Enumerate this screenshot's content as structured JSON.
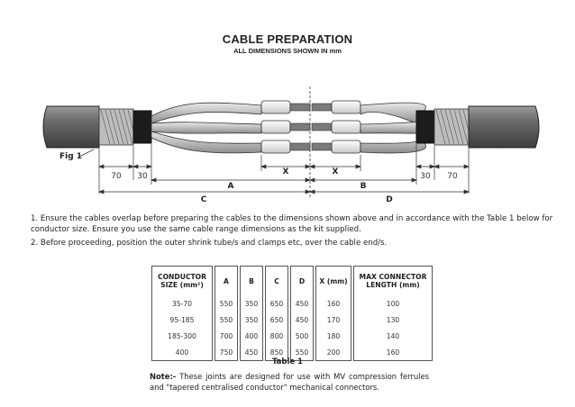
{
  "header": {
    "title": "CABLE PREPARATION",
    "subtitle": "ALL DIMENSIONS SHOWN IN mm"
  },
  "figure": {
    "fig_label": "Fig 1",
    "dims": {
      "left_70": "70",
      "left_30": "30",
      "right_30": "30",
      "right_70": "70",
      "x_left": "X",
      "x_right": "X",
      "a": "A",
      "b": "B",
      "c": "C",
      "d": "D"
    }
  },
  "instructions": [
    "1. Ensure the cables overlap before preparing the cables to the dimensions shown above and in accordance with the Table 1 below for conductor size. Ensure you use the same cable range dimensions as the kit supplied.",
    "2. Before proceeding, position the outer shrink tube/s and clamps etc, over the cable end/s."
  ],
  "table": {
    "headers": {
      "size": "CONDUCTOR SIZE (mm²)",
      "a": "A",
      "b": "B",
      "c": "C",
      "d": "D",
      "x": "X (mm)",
      "max": "MAX CONNECTOR LENGTH (mm)"
    },
    "rows": [
      {
        "size": "35-70",
        "a": "550",
        "b": "350",
        "c": "650",
        "d": "450",
        "x": "160",
        "max": "100"
      },
      {
        "size": "95-185",
        "a": "550",
        "b": "350",
        "c": "650",
        "d": "450",
        "x": "170",
        "max": "130"
      },
      {
        "size": "185-300",
        "a": "700",
        "b": "400",
        "c": "800",
        "d": "500",
        "x": "180",
        "max": "140"
      },
      {
        "size": "400",
        "a": "750",
        "b": "450",
        "c": "850",
        "d": "550",
        "x": "200",
        "max": "160"
      }
    ],
    "caption": "Table 1"
  },
  "note": {
    "label": "Note:-",
    "text": "These joints are designed for use with MV compression ferrules and \"tapered centralised conductor\" mechanical connectors."
  }
}
